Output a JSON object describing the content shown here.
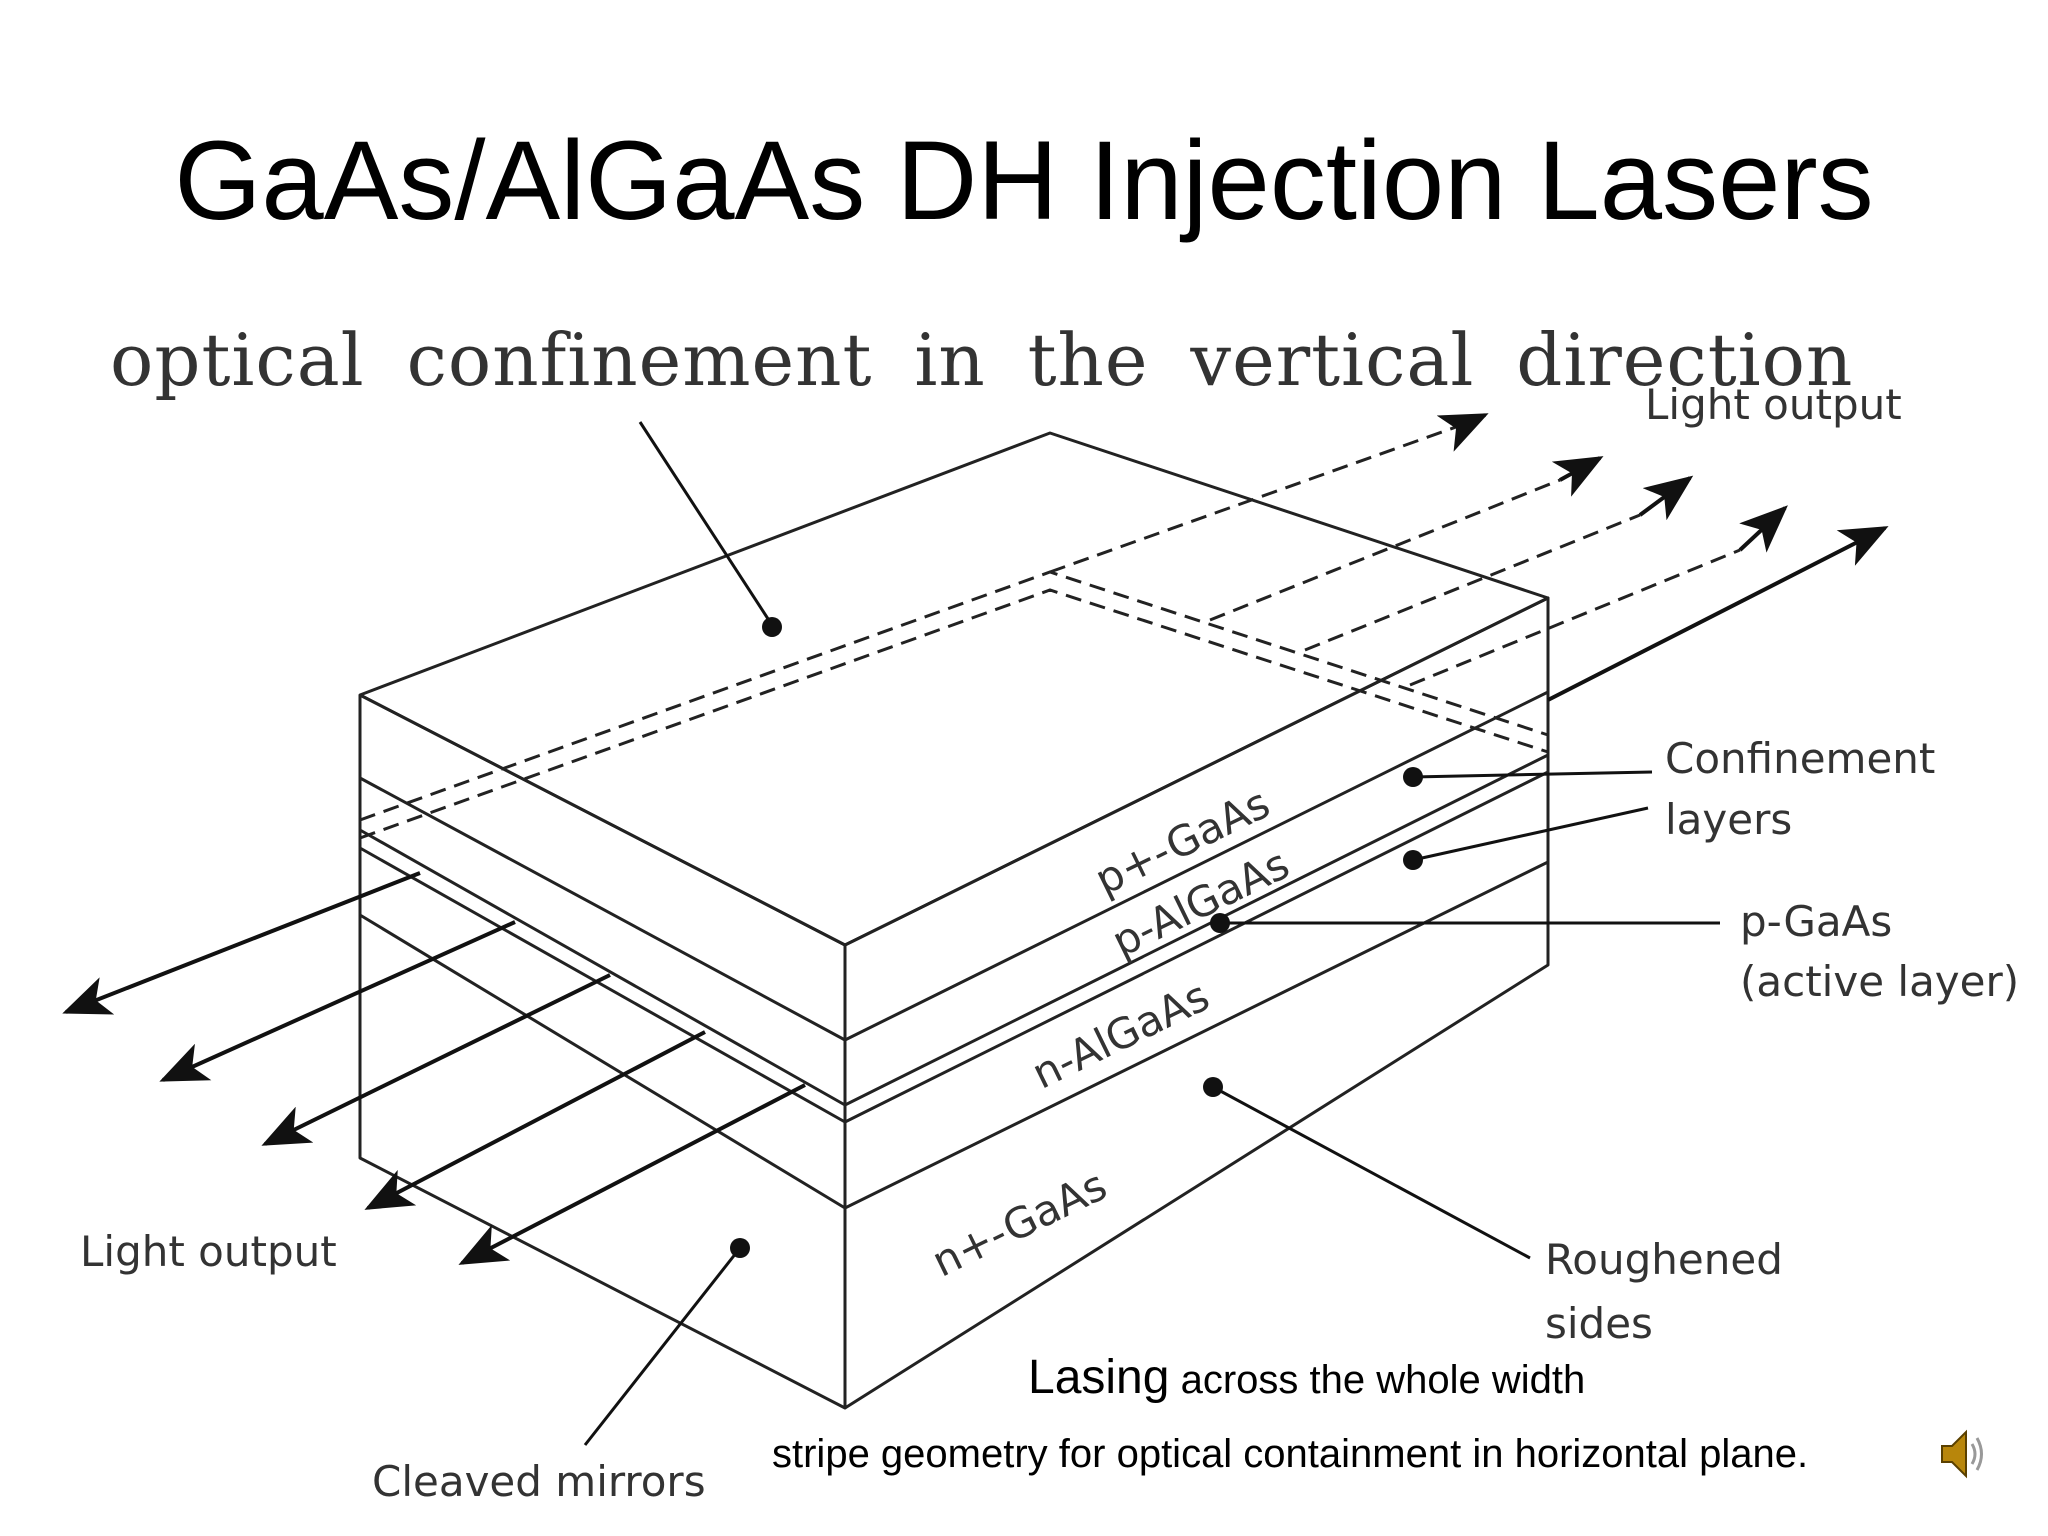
{
  "slide": {
    "title": "GaAs/AlGaAs DH Injection Lasers",
    "caption": "optical confinement in the vertical direction"
  },
  "labels": {
    "light_output_right": "Light output",
    "light_output_left": "Light output",
    "confinement_1": "Confinement",
    "confinement_2": "layers",
    "p_gaas_1": "p-GaAs",
    "p_gaas_2": "(active layer)",
    "roughened_1": "Roughened",
    "roughened_2": "sides",
    "cleaved": "Cleaved mirrors"
  },
  "layers": {
    "p_plus_gaas": "p+-GaAs",
    "p_algaas": "p-AlGaAs",
    "n_algaas": "n-AlGaAs",
    "n_plus_gaas": "n+-GaAs"
  },
  "notes": {
    "lasing_word": "Lasing",
    "lasing_rest": " across the whole width",
    "stripe": "stripe geometry for optical containment in horizontal plane."
  },
  "icons": {
    "audio": "speaker-icon"
  }
}
